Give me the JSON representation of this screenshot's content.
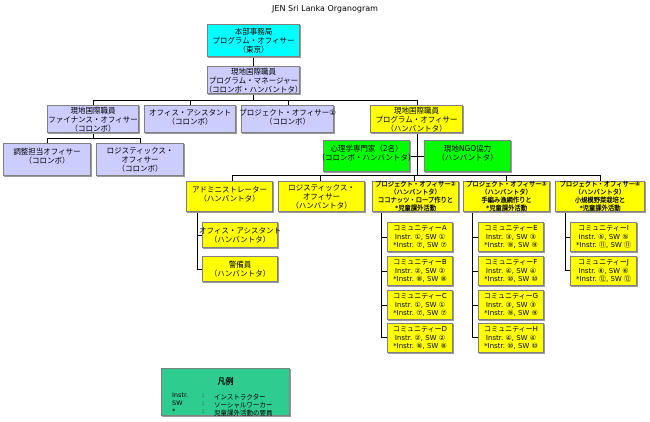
{
  "title": "JEN Sri Lanka Organogram",
  "colors": {
    "headquarters": "#00ffff",
    "colombo_staff": "#ccccff",
    "hambantota_staff": "#ffff00",
    "specialists": "#00ff00",
    "legend": "#2ecc8f"
  },
  "nodes": {
    "hq": [
      "本部事務局",
      "プログラム・オフィサー",
      "（東京）"
    ],
    "program_manager": [
      "現地国際職員",
      "プログラム・マネージャー",
      "（コロンボ・ハンバントタ）"
    ],
    "finance_officer": [
      "現地国際職員",
      "ファイナンス・オフィサー",
      "（コロンボ）"
    ],
    "office_assistant_colombo": [
      "オフィス・アシスタント",
      "（コロンボ）"
    ],
    "project_officer_1": [
      "プロジェクト・オフィサー①",
      "（コロンボ）"
    ],
    "program_officer": [
      "現地国際職員",
      "プログラム・オフィサー",
      "（ハンバントタ）"
    ],
    "coordination_officer": [
      "調整担当オフィサー",
      "（コロンボ）"
    ],
    "logistics_colombo": [
      "ロジスティックス・",
      "オフィサー",
      "（コロンボ）"
    ],
    "psychologist": [
      "心理学専門家（2名）",
      "（コロンボ・ハンバントタ）"
    ],
    "local_ngo": [
      "現地NGO協力",
      "（ハンバントタ）"
    ],
    "administrator": [
      "アドミニストレーター",
      "（ハンバントタ）"
    ],
    "logistics_hambantota": [
      "ロジスティックス・",
      "オフィサー",
      "（ハンバントタ）"
    ],
    "project_officer_2": [
      "プロジェクト・オフィサー②",
      "（ハンバントタ）",
      "ココナッツ・ロープ作りと",
      "*児童課外活動"
    ],
    "project_officer_3": [
      "プロジェクト・オフィサー③",
      "（ハンバントタ）",
      "手編み漁網作りと",
      "*児童課外活動"
    ],
    "project_officer_4": [
      "プロジェクト・オフィサー④",
      "（ハンバントタ）",
      "小規模野菜栽培と",
      "*児童課外活動"
    ],
    "office_assistant_hambantota": [
      "オフィス・アシスタント",
      "（ハンバントタ）"
    ],
    "guard": [
      "警備員",
      "（ハンバントタ）"
    ]
  },
  "communities": [
    {
      "name": "コミュニティーA",
      "line1": "Instr. ①, SW ①",
      "line2": "*Instr. ⑦, SW ⑦"
    },
    {
      "name": "コミュニティーB",
      "line1": "Instr. ②, SW ②",
      "line2": "*Instr. ⑧, SW ⑧"
    },
    {
      "name": "コミュニティーC",
      "line1": "Instr. ①, SW ①",
      "line2": "*Instr. ⑦, SW ⑦"
    },
    {
      "name": "コミュニティーD",
      "line1": "Instr. ②, SW ②",
      "line2": "*Instr. ⑧, SW ⑧"
    },
    {
      "name": "コミュニティーE",
      "line1": "Instr. ③, SW ③",
      "line2": "*Instr. ⑨, SW ⑨"
    },
    {
      "name": "コミュニティーF",
      "line1": "Instr. ④, SW ④",
      "line2": "*Instr. ⑩, SW ⑩"
    },
    {
      "name": "コミュニティーG",
      "line1": "Instr. ③, SW ③",
      "line2": "*Instr. ⑨, SW ⑨"
    },
    {
      "name": "コミュニティーH",
      "line1": "Instr. ④, SW ④",
      "line2": "*Instr. ⑩, SW ⑩"
    },
    {
      "name": "コミュニティーI",
      "line1": "Instr. ⑤, SW ⑤",
      "line2": "*Instr. ⑪, SW ⑪"
    },
    {
      "name": "コミュニティーJ",
      "line1": "Instr. ⑥, SW ⑥",
      "line2": "*Instr. ⑫, SW ⑫"
    }
  ],
  "legend": {
    "title": "凡例",
    "items": [
      {
        "key": "Instr.",
        "sep": ":",
        "desc": "インストラクター"
      },
      {
        "key": "SW",
        "sep": ":",
        "desc": "ソーシャルワーカー"
      },
      {
        "key": "*",
        "sep": ":",
        "desc": "児童課外活動の要員"
      }
    ]
  }
}
